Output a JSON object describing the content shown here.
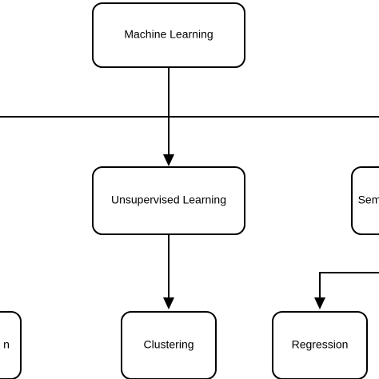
{
  "nodes": {
    "machine_learning": "Machine Learning",
    "unsupervised_learning": "Unsupervised Learning",
    "semi_supervised_partial": "Sem",
    "classification_partial": "n",
    "clustering": "Clustering",
    "regression": "Regression"
  },
  "colors": {
    "stroke": "#000000",
    "fill": "#ffffff",
    "text": "#000000"
  }
}
